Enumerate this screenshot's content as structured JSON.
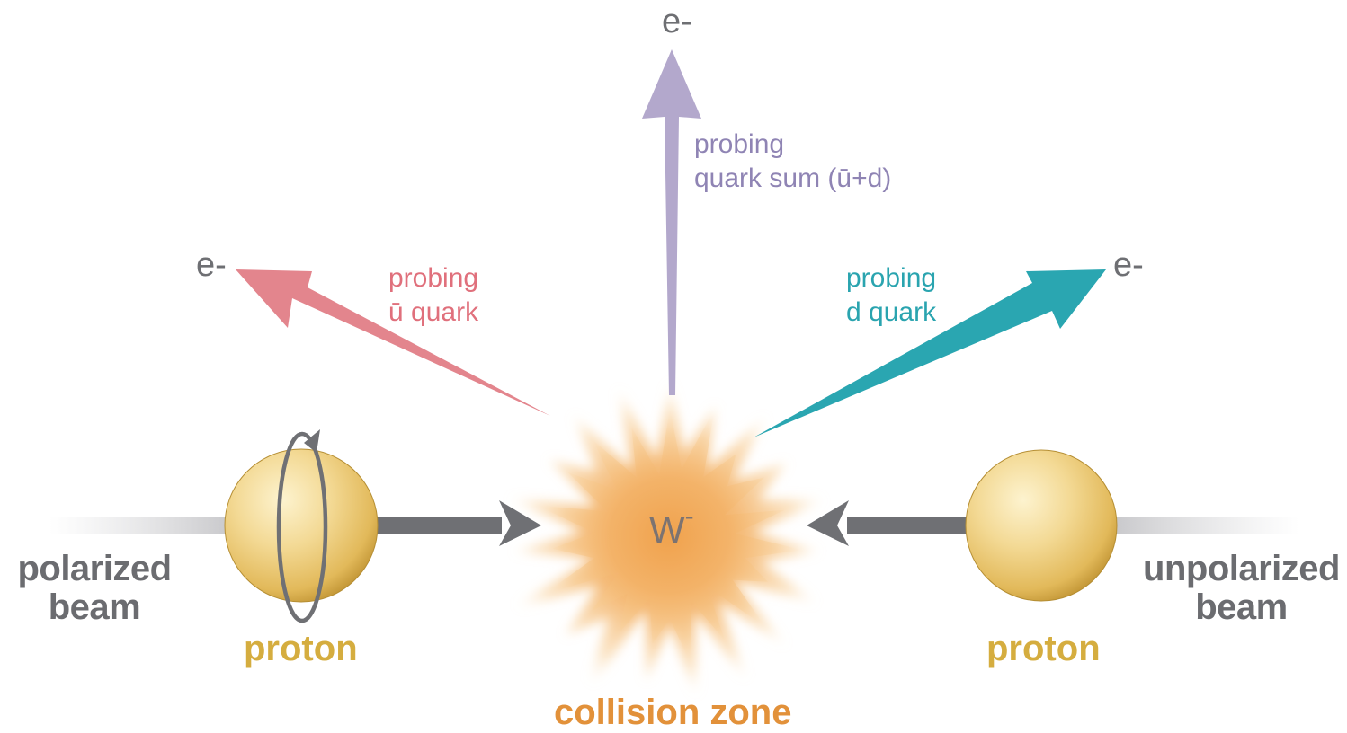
{
  "colors": {
    "u_bar_arrow": "#e3858d",
    "sum_arrow": "#b3a8cc",
    "d_arrow": "#2aa6b1",
    "beam_arrow": "#6f7074",
    "proton": "#ecc869",
    "collision": "#f0a24d",
    "label_gray": "#6b6c70",
    "proton_label": "#d5ad3f",
    "zone_label": "#e2913a"
  },
  "electrons": {
    "left": "e-",
    "top": "e-",
    "right": "e-"
  },
  "probes": {
    "u_bar": {
      "line1": "probing",
      "line2": "ū quark",
      "color": "#e0707c"
    },
    "sum": {
      "line1": "probing",
      "line2": "quark sum (ū+d)",
      "color": "#8f84b4"
    },
    "d": {
      "line1": "probing",
      "line2": "d quark",
      "color": "#2aa4af"
    }
  },
  "boson": {
    "symbol": "W",
    "charge": "-"
  },
  "beams": {
    "left": {
      "line1": "polarized",
      "line2": "beam"
    },
    "right": {
      "line1": "unpolarized",
      "line2": "beam"
    }
  },
  "protons": {
    "left": "proton",
    "right": "proton"
  },
  "collision_label": "collision zone"
}
